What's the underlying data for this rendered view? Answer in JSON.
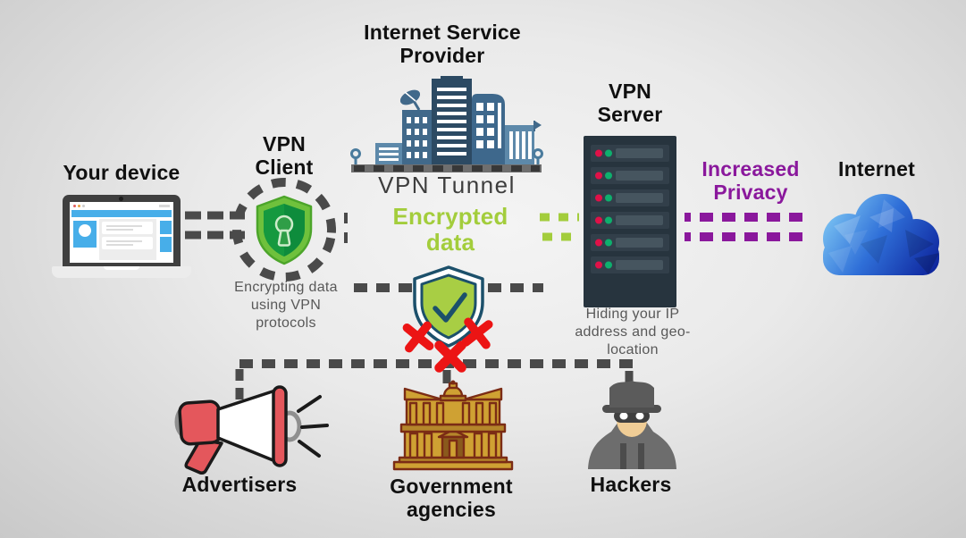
{
  "title": "How a VPN works diagram",
  "colors": {
    "heading": "#101010",
    "caption": "#585858",
    "encrypted_green": "#a3cd3c",
    "privacy_purple": "#8a189c",
    "dash_gray": "#4a4a4a",
    "teal_outline": "#1c506b",
    "x_red": "#ec1414",
    "server_body": "#27343e",
    "building_blue": "#41698a",
    "gov_gold": "#cfa133",
    "megaphone_red": "#e4575c"
  },
  "labels": {
    "your_device": "Your device",
    "vpn_client": "VPN Client",
    "isp": "Internet Service Provider",
    "vpn_tunnel": "VPN Tunnel",
    "encrypted_data": "Encrypted data",
    "vpn_server": "VPN Server",
    "increased_privacy": "Increased Privacy",
    "internet": "Internet",
    "advertisers": "Advertisers",
    "government": "Government agencies",
    "hackers": "Hackers"
  },
  "captions": {
    "vpn_client": "Encrypting data using VPN protocols",
    "vpn_server": "Hiding your IP address and geo-location"
  },
  "icons": [
    "laptop-icon",
    "shield-keyhole-icon",
    "city-buildings-icon",
    "shield-check-icon",
    "x-mark-icon",
    "server-rack-icon",
    "polygon-cloud-icon",
    "megaphone-icon",
    "government-building-icon",
    "spy-icon"
  ]
}
